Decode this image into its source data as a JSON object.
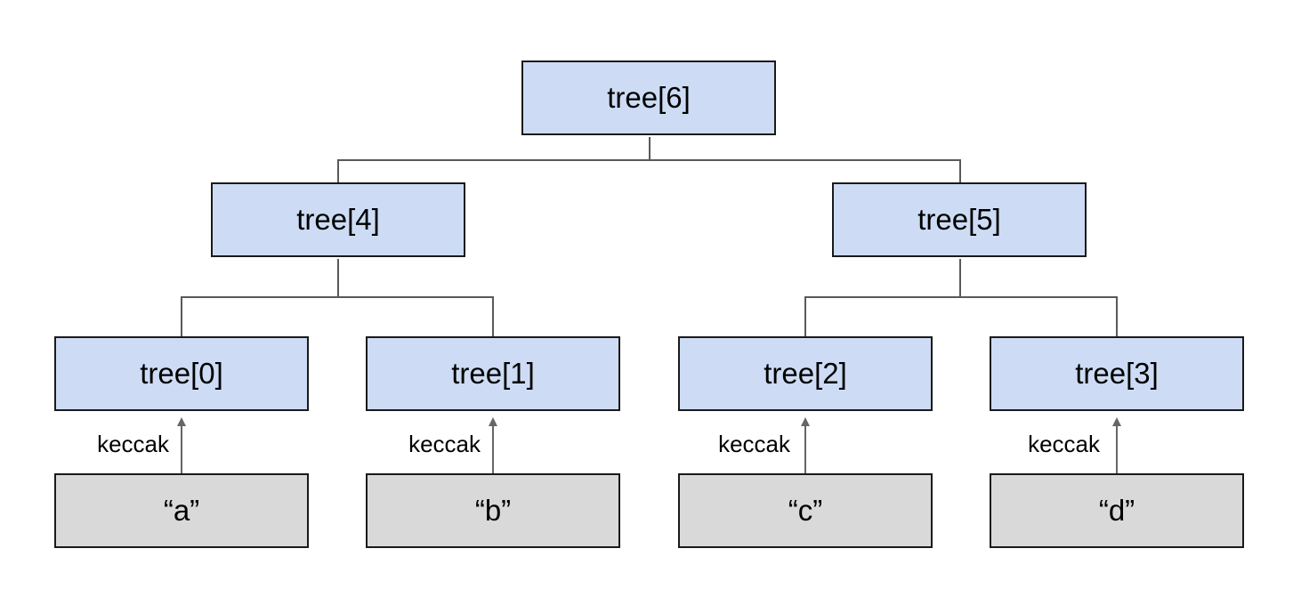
{
  "colors": {
    "hash_fill": "#cddcf4",
    "leaf_fill": "#d9d9d9",
    "border": "#1a1a1a",
    "connector": "#595959",
    "arrow": "#666666"
  },
  "nodes": {
    "tree6": "tree[6]",
    "tree4": "tree[4]",
    "tree5": "tree[5]",
    "tree0": "tree[0]",
    "tree1": "tree[1]",
    "tree2": "tree[2]",
    "tree3": "tree[3]"
  },
  "leaves": {
    "a": "“a”",
    "b": "“b”",
    "c": "“c”",
    "d": "“d”"
  },
  "edge_labels": {
    "keccak_a": "keccak",
    "keccak_b": "keccak",
    "keccak_c": "keccak",
    "keccak_d": "keccak"
  }
}
